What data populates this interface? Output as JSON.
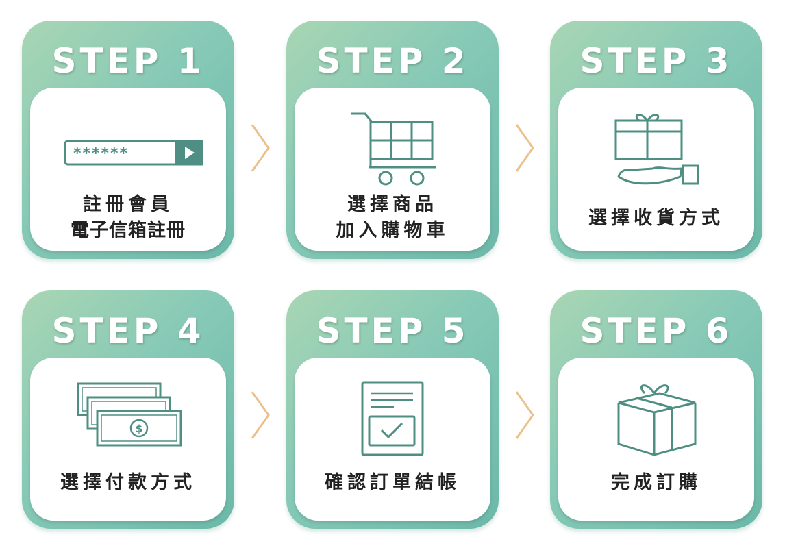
{
  "steps": [
    {
      "title": "STEP 1",
      "lines": [
        "註冊會員",
        "電子信箱註冊"
      ],
      "icon": "password-input-icon",
      "password_mask": "******"
    },
    {
      "title": "STEP 2",
      "lines": [
        "選擇商品",
        "加入購物車"
      ],
      "icon": "shopping-cart-icon"
    },
    {
      "title": "STEP 3",
      "lines": [
        "選擇收貨方式"
      ],
      "icon": "gift-in-hand-icon"
    },
    {
      "title": "STEP 4",
      "lines": [
        "選擇付款方式"
      ],
      "icon": "cash-bills-icon"
    },
    {
      "title": "STEP 5",
      "lines": [
        "確認訂單結帳"
      ],
      "icon": "checklist-document-icon"
    },
    {
      "title": "STEP 6",
      "lines": [
        "完成訂購"
      ],
      "icon": "gift-box-icon"
    }
  ],
  "colors": {
    "card_gradient_start": "#a9d6b4",
    "card_gradient_end": "#6cb8a9",
    "icon_stroke": "#4f8f83",
    "arrow": "#ecc08a",
    "label_text": "#222222"
  }
}
